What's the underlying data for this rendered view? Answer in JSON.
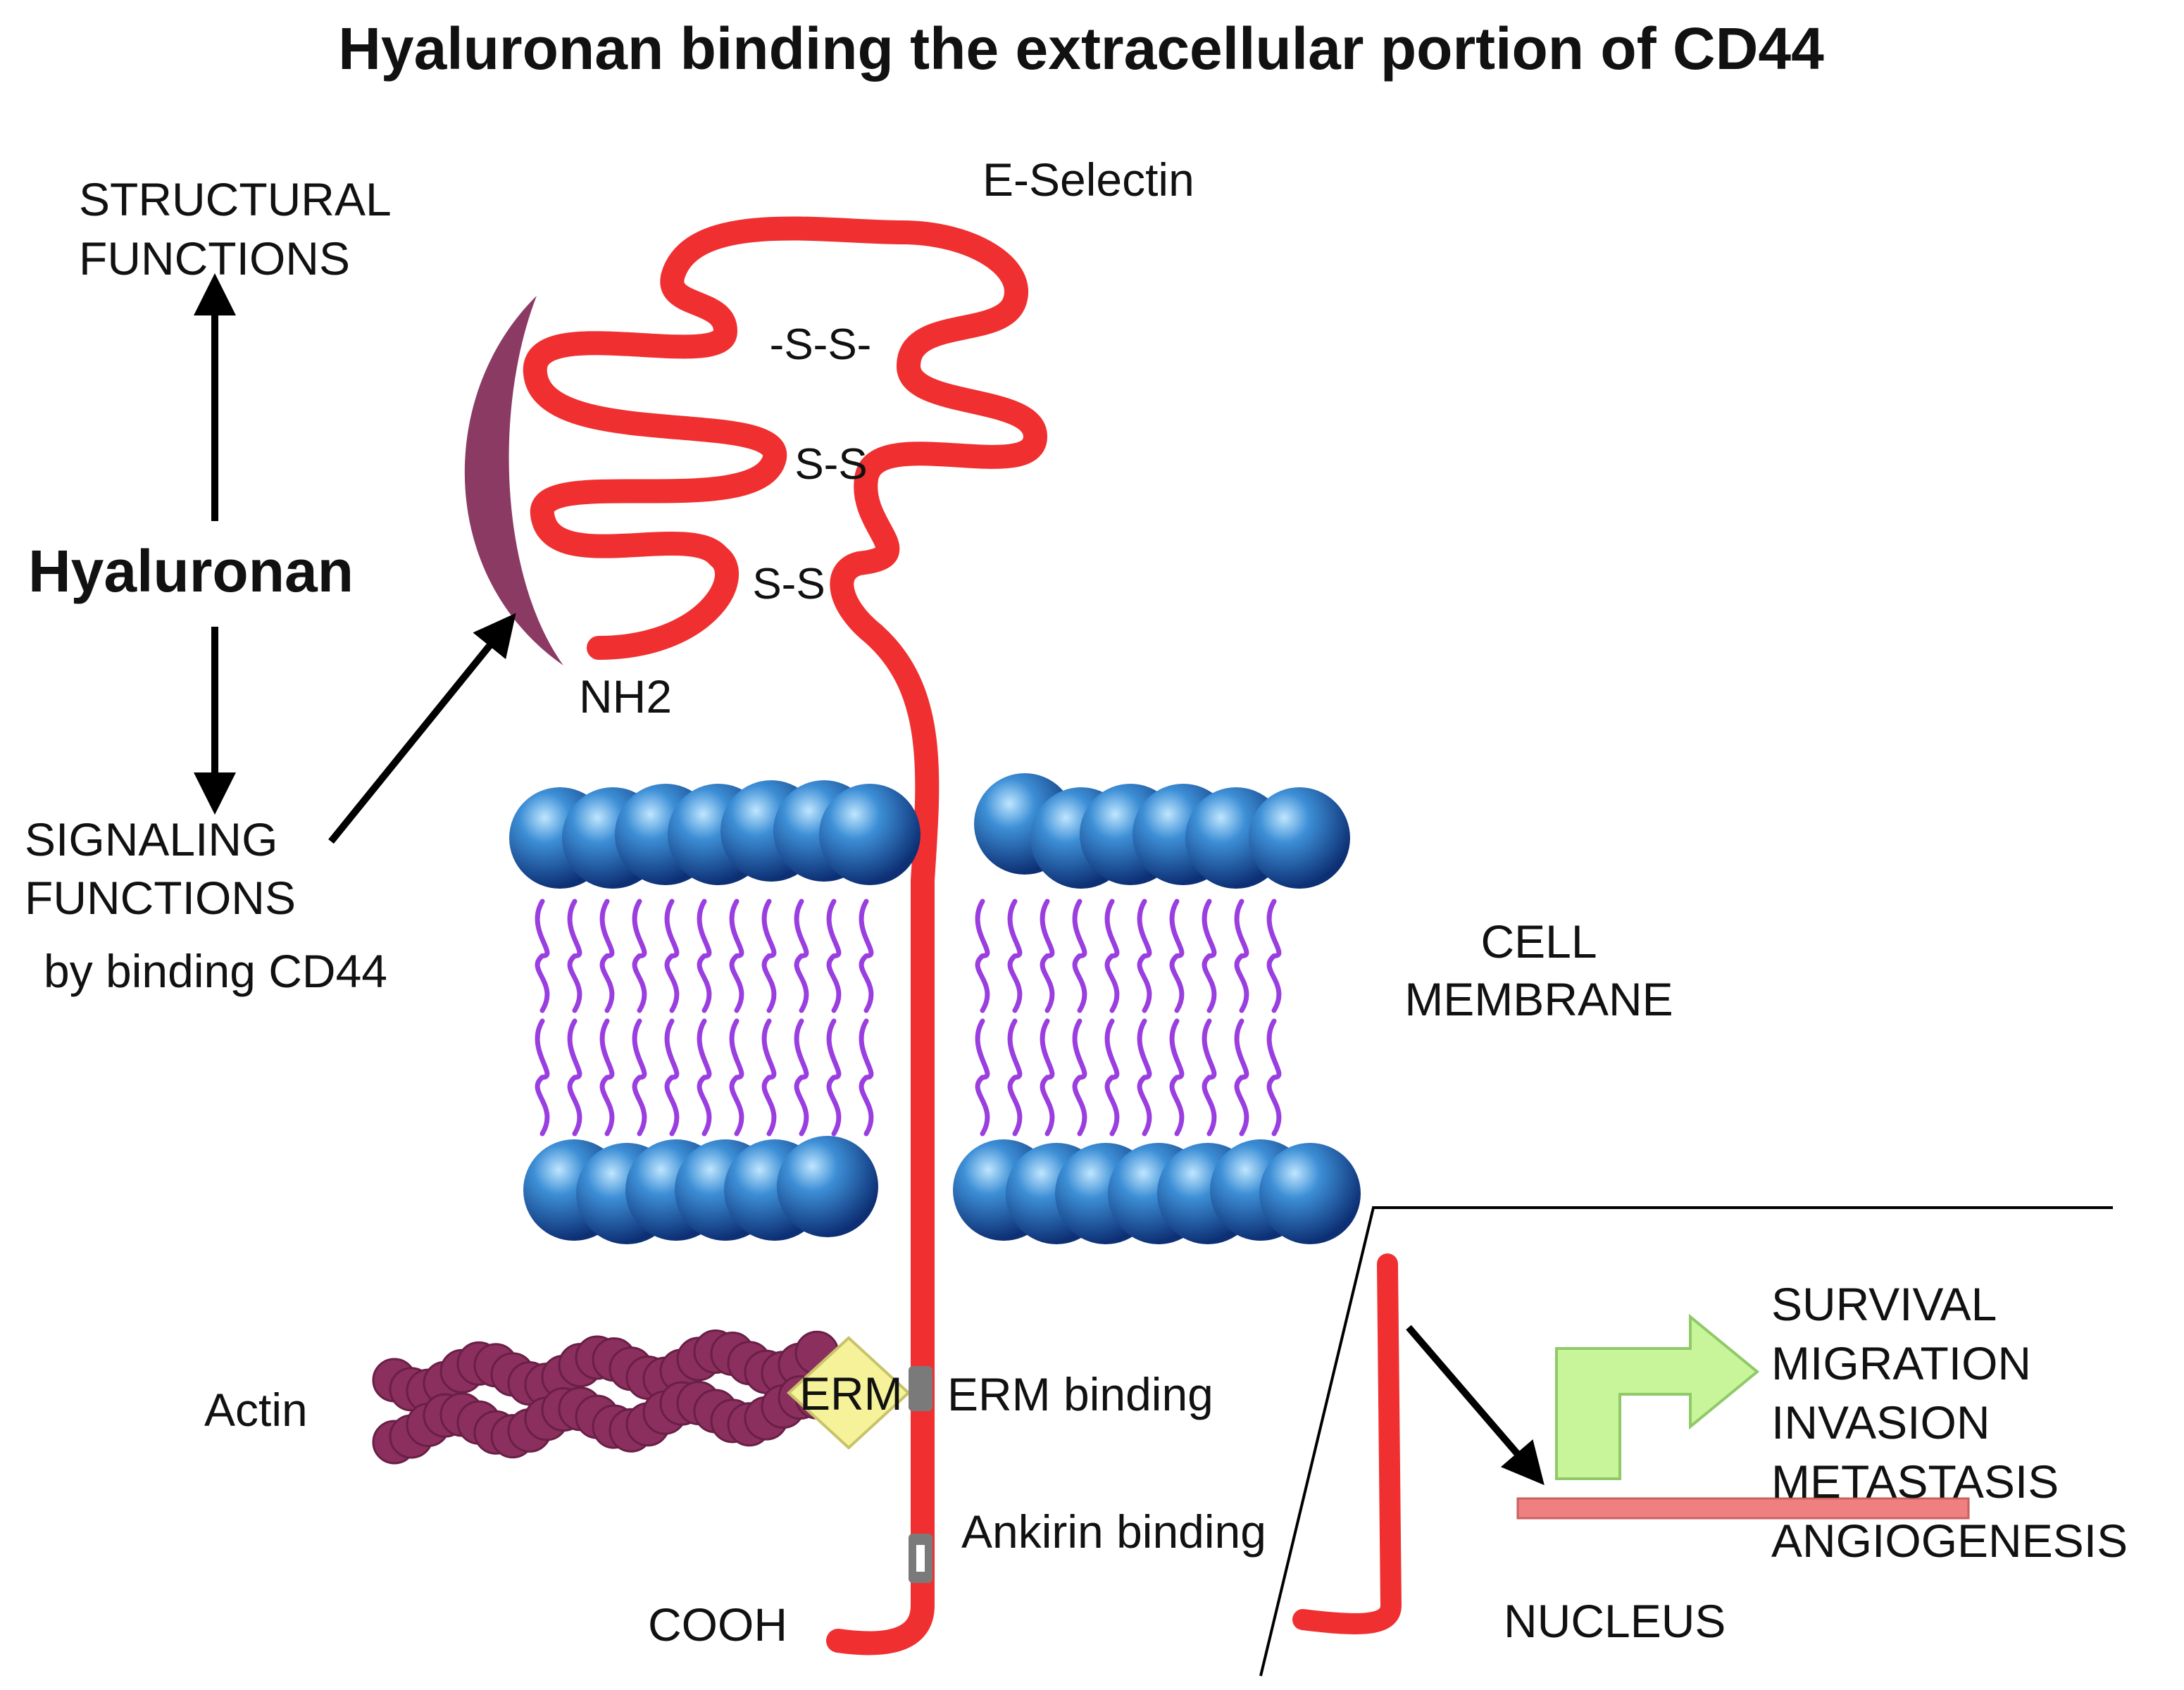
{
  "title": "Hyaluronan binding the extracellular portion of CD44",
  "labels": {
    "e_selectin": "E-Selectin",
    "structural_line1": "STRUCTURAL",
    "structural_line2": "FUNCTIONS",
    "hyaluronan": "Hyaluronan",
    "signaling_line1": "SIGNALING",
    "signaling_line2": "FUNCTIONS",
    "by_binding": "by binding CD44",
    "nh2": "NH2",
    "disulfide_1": "-S-S-",
    "disulfide_2": "S-S",
    "disulfide_3": "S-S",
    "cell_membrane_line1": "CELL",
    "cell_membrane_line2": "MEMBRANE",
    "actin": "Actin",
    "erm": "ERM",
    "erm_binding": "ERM binding",
    "ankirin_binding": "Ankirin binding",
    "cooh": "COOH",
    "nucleus": "NUCLEUS"
  },
  "outcomes": [
    "SURVIVAL",
    "MIGRATION",
    "INVASION",
    "METASTASIS",
    "ANGIOGENESIS"
  ],
  "colors": {
    "cd44": "#f03030",
    "hyaluronan": "#8b3a63",
    "lipid_head": "#1f5fa8",
    "lipid_tail": "#9a3ee0",
    "actin": "#8b2f5e",
    "erm": "#f5f29a",
    "binding_site": "#7a7a7a",
    "signal_arrow": "#c8f59a",
    "nucleus_bar": "#f08080"
  }
}
